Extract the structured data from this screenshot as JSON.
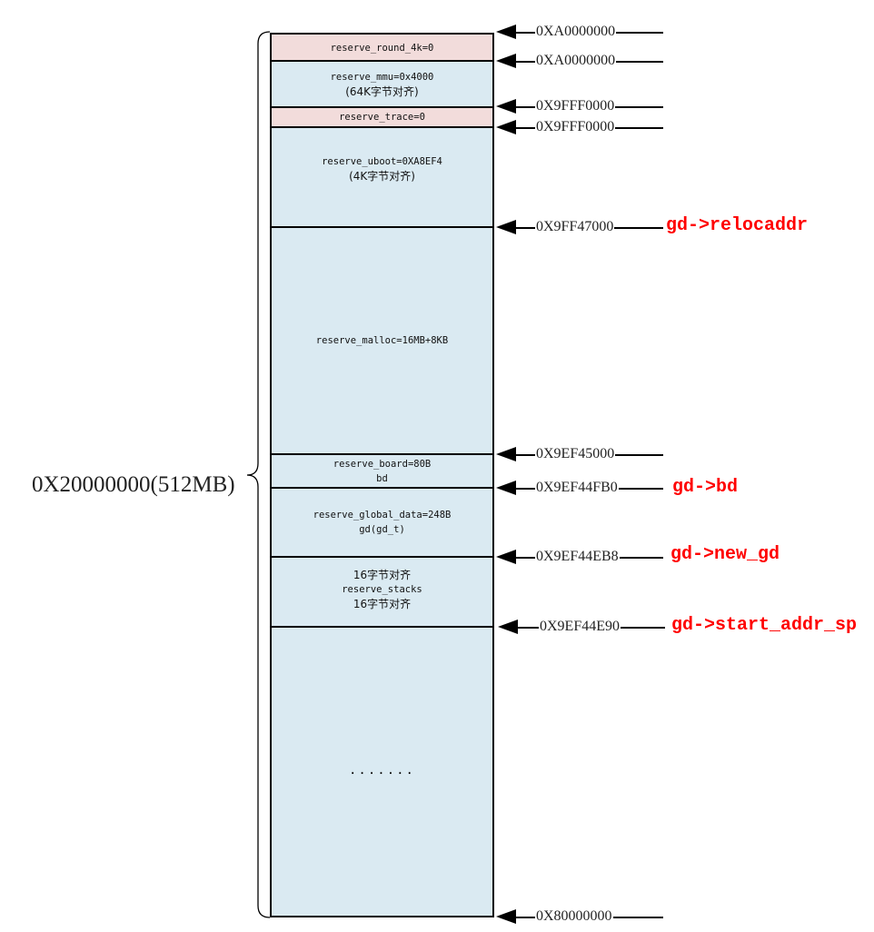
{
  "diagram": {
    "total_size_label": "0X20000000(512MB)",
    "regions": [
      {
        "id": "reserve_round_4k",
        "lines": [
          "reserve_round_4k=0"
        ],
        "color": "#f2dcdb"
      },
      {
        "id": "reserve_mmu",
        "lines": [
          "reserve_mmu=0x4000",
          "(64K字节对齐)"
        ],
        "color": "#daeaf2"
      },
      {
        "id": "reserve_trace",
        "lines": [
          "reserve_trace=0"
        ],
        "color": "#f2dcdb"
      },
      {
        "id": "reserve_uboot",
        "lines": [
          "reserve_uboot=0XA8EF4",
          "(4K字节对齐)"
        ],
        "color": "#daeaf2"
      },
      {
        "id": "reserve_malloc",
        "lines": [
          "reserve_malloc=16MB+8KB"
        ],
        "color": "#daeaf2"
      },
      {
        "id": "reserve_board",
        "lines": [
          "reserve_board=80B",
          "bd"
        ],
        "color": "#daeaf2"
      },
      {
        "id": "reserve_global_data",
        "lines": [
          "reserve_global_data=248B",
          "gd(gd_t)"
        ],
        "color": "#daeaf2"
      },
      {
        "id": "reserve_stacks",
        "lines": [
          "16字节对齐",
          "reserve_stacks",
          "16字节对齐"
        ],
        "color": "#daeaf2"
      },
      {
        "id": "remaining",
        "lines": [
          "......."
        ],
        "color": "#daeaf2"
      }
    ],
    "addresses": [
      {
        "value": "0XA0000000",
        "pointer": ""
      },
      {
        "value": "0XA0000000",
        "pointer": ""
      },
      {
        "value": "0X9FFF0000",
        "pointer": ""
      },
      {
        "value": "0X9FFF0000",
        "pointer": ""
      },
      {
        "value": "0X9FF47000",
        "pointer": "gd->relocaddr"
      },
      {
        "value": "0X9EF45000",
        "pointer": ""
      },
      {
        "value": "0X9EF44FB0",
        "pointer": "gd->bd"
      },
      {
        "value": "0X9EF44EB8",
        "pointer": "gd->new_gd"
      },
      {
        "value": "0X9EF44E90",
        "pointer": "gd->start_addr_sp"
      },
      {
        "value": "0X80000000",
        "pointer": ""
      }
    ],
    "colors": {
      "pointer_label": "#ff0000",
      "pink_region": "#f2dcdb",
      "blue_region": "#daeaf2"
    }
  }
}
